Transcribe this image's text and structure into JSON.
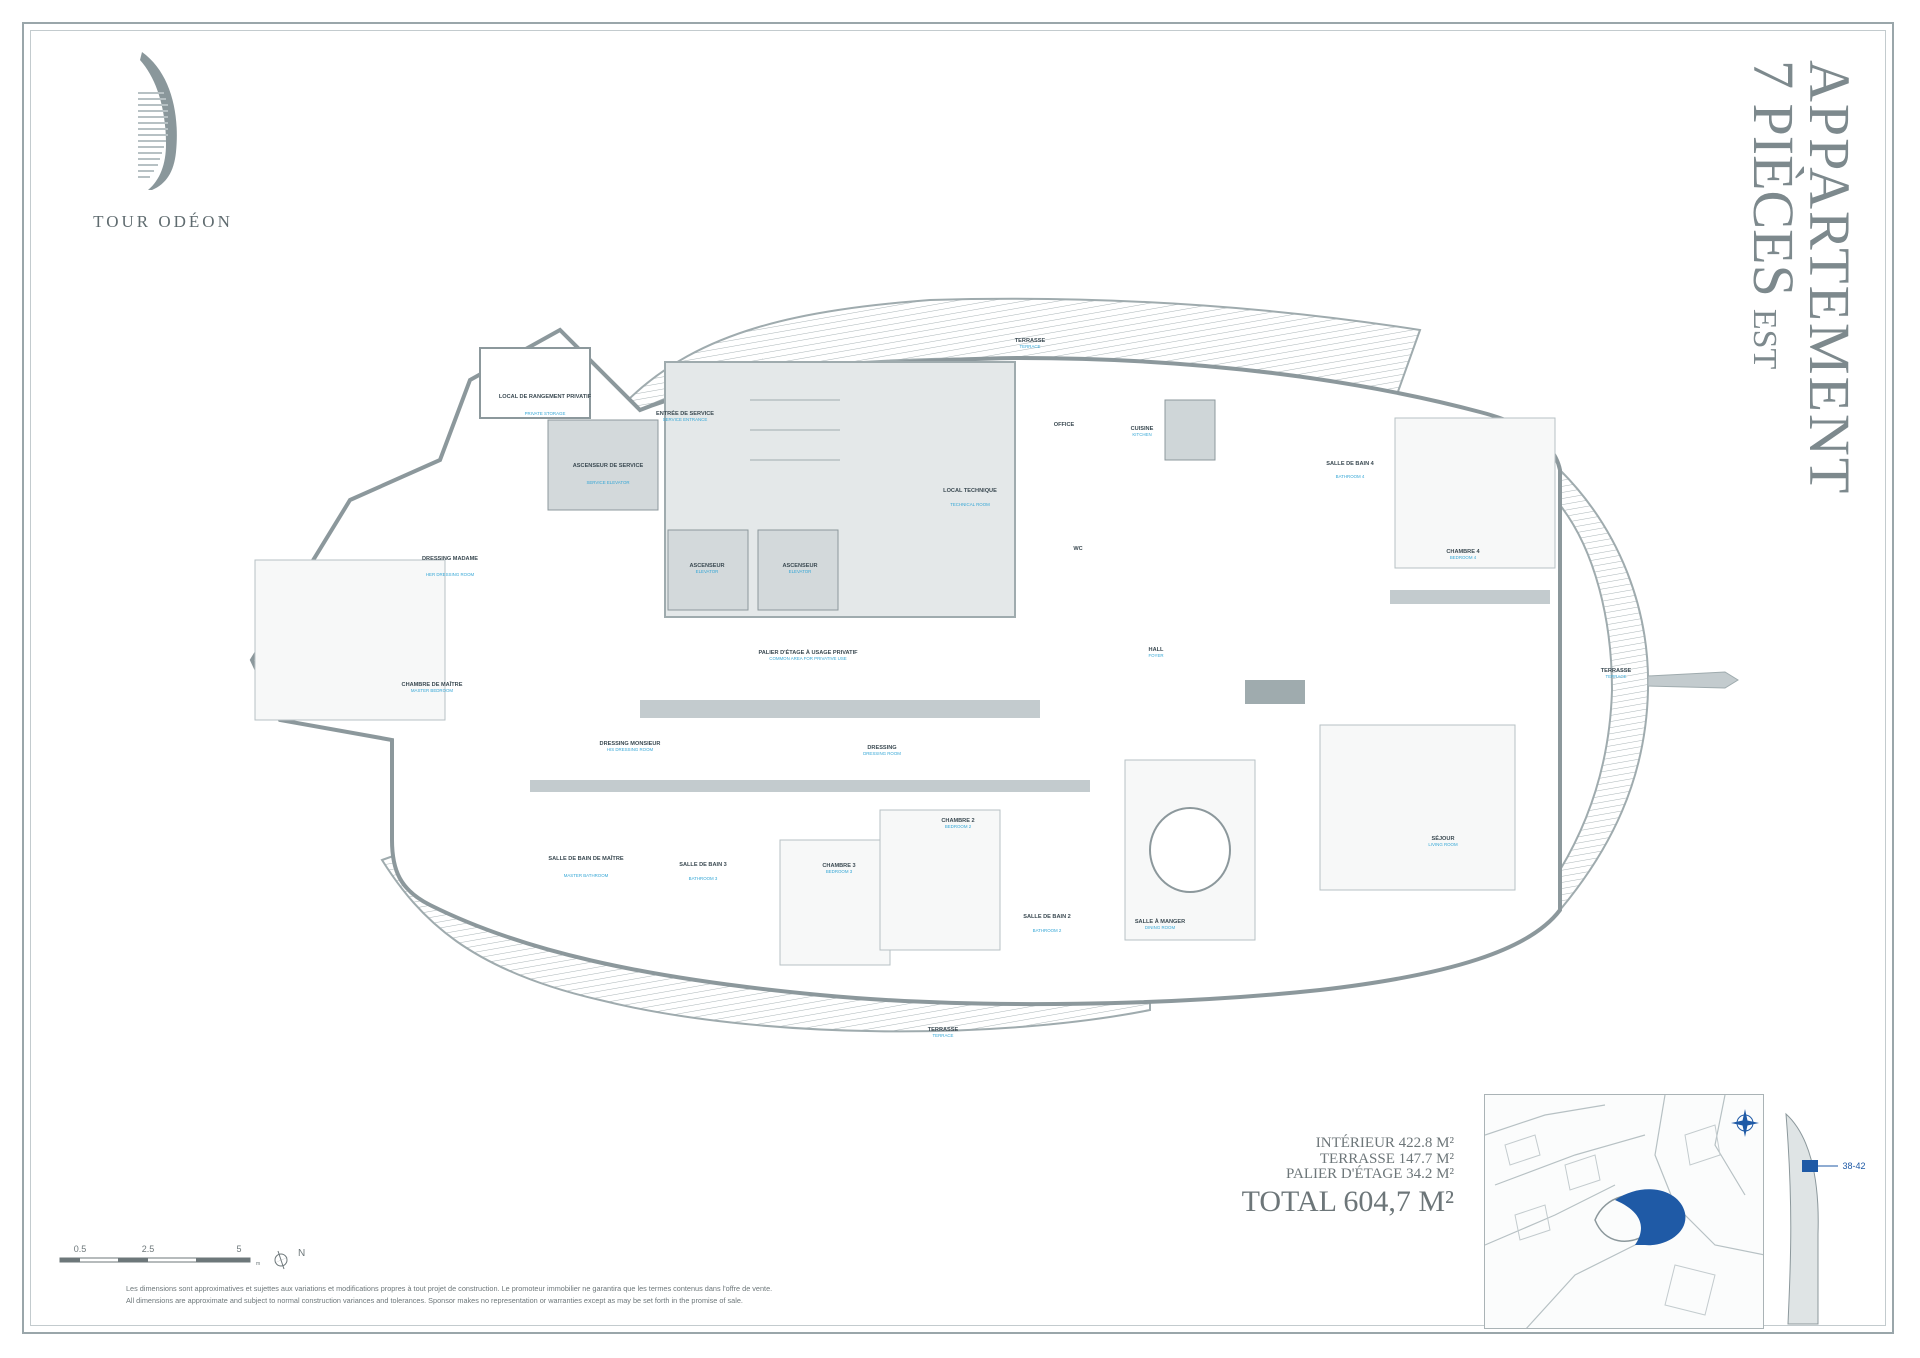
{
  "brand": {
    "name": "TOUR ODÉON",
    "logo_icon": "tour-odeon-logo-icon"
  },
  "title": {
    "line1": "APPARTEMENT",
    "line2": "7 PIÈCES",
    "line2_suffix": "EST"
  },
  "rooms": [
    {
      "key": "terrasse_north",
      "fr": "TERRASSE",
      "en": "TERRACE"
    },
    {
      "key": "local_rangement",
      "fr": "LOCAL DE RANGEMENT PRIVATIF",
      "en": "PRIVATE STORAGE"
    },
    {
      "key": "entree_service",
      "fr": "ENTRÉE DE SERVICE",
      "en": "SERVICE ENTRANCE"
    },
    {
      "key": "ascenseur_service",
      "fr": "ASCENSEUR DE SERVICE",
      "en": "SERVICE ELEVATOR"
    },
    {
      "key": "office",
      "fr": "OFFICE",
      "en": ""
    },
    {
      "key": "cuisine",
      "fr": "CUISINE",
      "en": "KITCHEN"
    },
    {
      "key": "salle_bain_4",
      "fr": "SALLE DE BAIN 4",
      "en": "BATHROOM 4"
    },
    {
      "key": "local_technique",
      "fr": "LOCAL TECHNIQUE",
      "en": "TECHNICAL ROOM"
    },
    {
      "key": "chambre_4",
      "fr": "CHAMBRE 4",
      "en": "BEDROOM 4"
    },
    {
      "key": "dressing_madame",
      "fr": "DRESSING MADAME",
      "en": "HER DRESSING ROOM"
    },
    {
      "key": "ascenseur_1",
      "fr": "ASCENSEUR",
      "en": "ELEVATOR"
    },
    {
      "key": "ascenseur_2",
      "fr": "ASCENSEUR",
      "en": "ELEVATOR"
    },
    {
      "key": "wc",
      "fr": "WC",
      "en": ""
    },
    {
      "key": "palier",
      "fr": "PALIER D'ÉTAGE À USAGE PRIVATIF",
      "en": "COMMON AREA FOR PRIVATIVE USE"
    },
    {
      "key": "hall",
      "fr": "HALL",
      "en": "FOYER"
    },
    {
      "key": "terrasse_east",
      "fr": "TERRASSE",
      "en": "TERRACE"
    },
    {
      "key": "chambre_maitre",
      "fr": "CHAMBRE DE MAÎTRE",
      "en": "MASTER BEDROOM"
    },
    {
      "key": "dressing_monsieur",
      "fr": "DRESSING MONSIEUR",
      "en": "HIS DRESSING ROOM"
    },
    {
      "key": "dressing",
      "fr": "DRESSING",
      "en": "DRESSING ROOM"
    },
    {
      "key": "chambre_2",
      "fr": "CHAMBRE 2",
      "en": "BEDROOM 2"
    },
    {
      "key": "sejour",
      "fr": "SÉJOUR",
      "en": "LIVING ROOM"
    },
    {
      "key": "salle_bain_maitre",
      "fr": "SALLE DE BAIN DE MAÎTRE",
      "en": "MASTER BATHROOM"
    },
    {
      "key": "salle_bain_3",
      "fr": "SALLE DE BAIN 3",
      "en": "BATHROOM 3"
    },
    {
      "key": "chambre_3",
      "fr": "CHAMBRE 3",
      "en": "BEDROOM 3"
    },
    {
      "key": "salle_bain_2",
      "fr": "SALLE DE BAIN 2",
      "en": "BATHROOM 2"
    },
    {
      "key": "salle_manger",
      "fr": "SALLE À MANGER",
      "en": "DINING ROOM"
    },
    {
      "key": "terrasse_south",
      "fr": "TERRASSE",
      "en": "TERRACE"
    }
  ],
  "scale": {
    "ticks": [
      "0.5",
      "2.5",
      "5"
    ],
    "unit": "m",
    "north": "N"
  },
  "areas": {
    "interieur": "INTÉRIEUR 422.8 M²",
    "terrasse": "TERRASSE 147.7 M²",
    "palier": "PALIER D'ÉTAGE 34.2 M²",
    "total": "TOTAL 604,7 M²"
  },
  "disclaimer": {
    "fr": "Les dimensions sont approximatives et sujettes aux variations et modifications propres à tout projet de construction. Le promoteur immobilier ne garantira que les termes contenus dans l'offre de vente.",
    "en": "All dimensions are approximate and subject to normal construction variances and tolerances. Sponsor makes no representation or warranties except as may be set forth in the promise of sale."
  },
  "tower_floors": "38-42",
  "colors": {
    "wall": "#9fabae",
    "fill": "#e4e8e9",
    "text": "#3b4a52",
    "sub": "#36a7d6",
    "highlight": "#1f5aa6"
  }
}
